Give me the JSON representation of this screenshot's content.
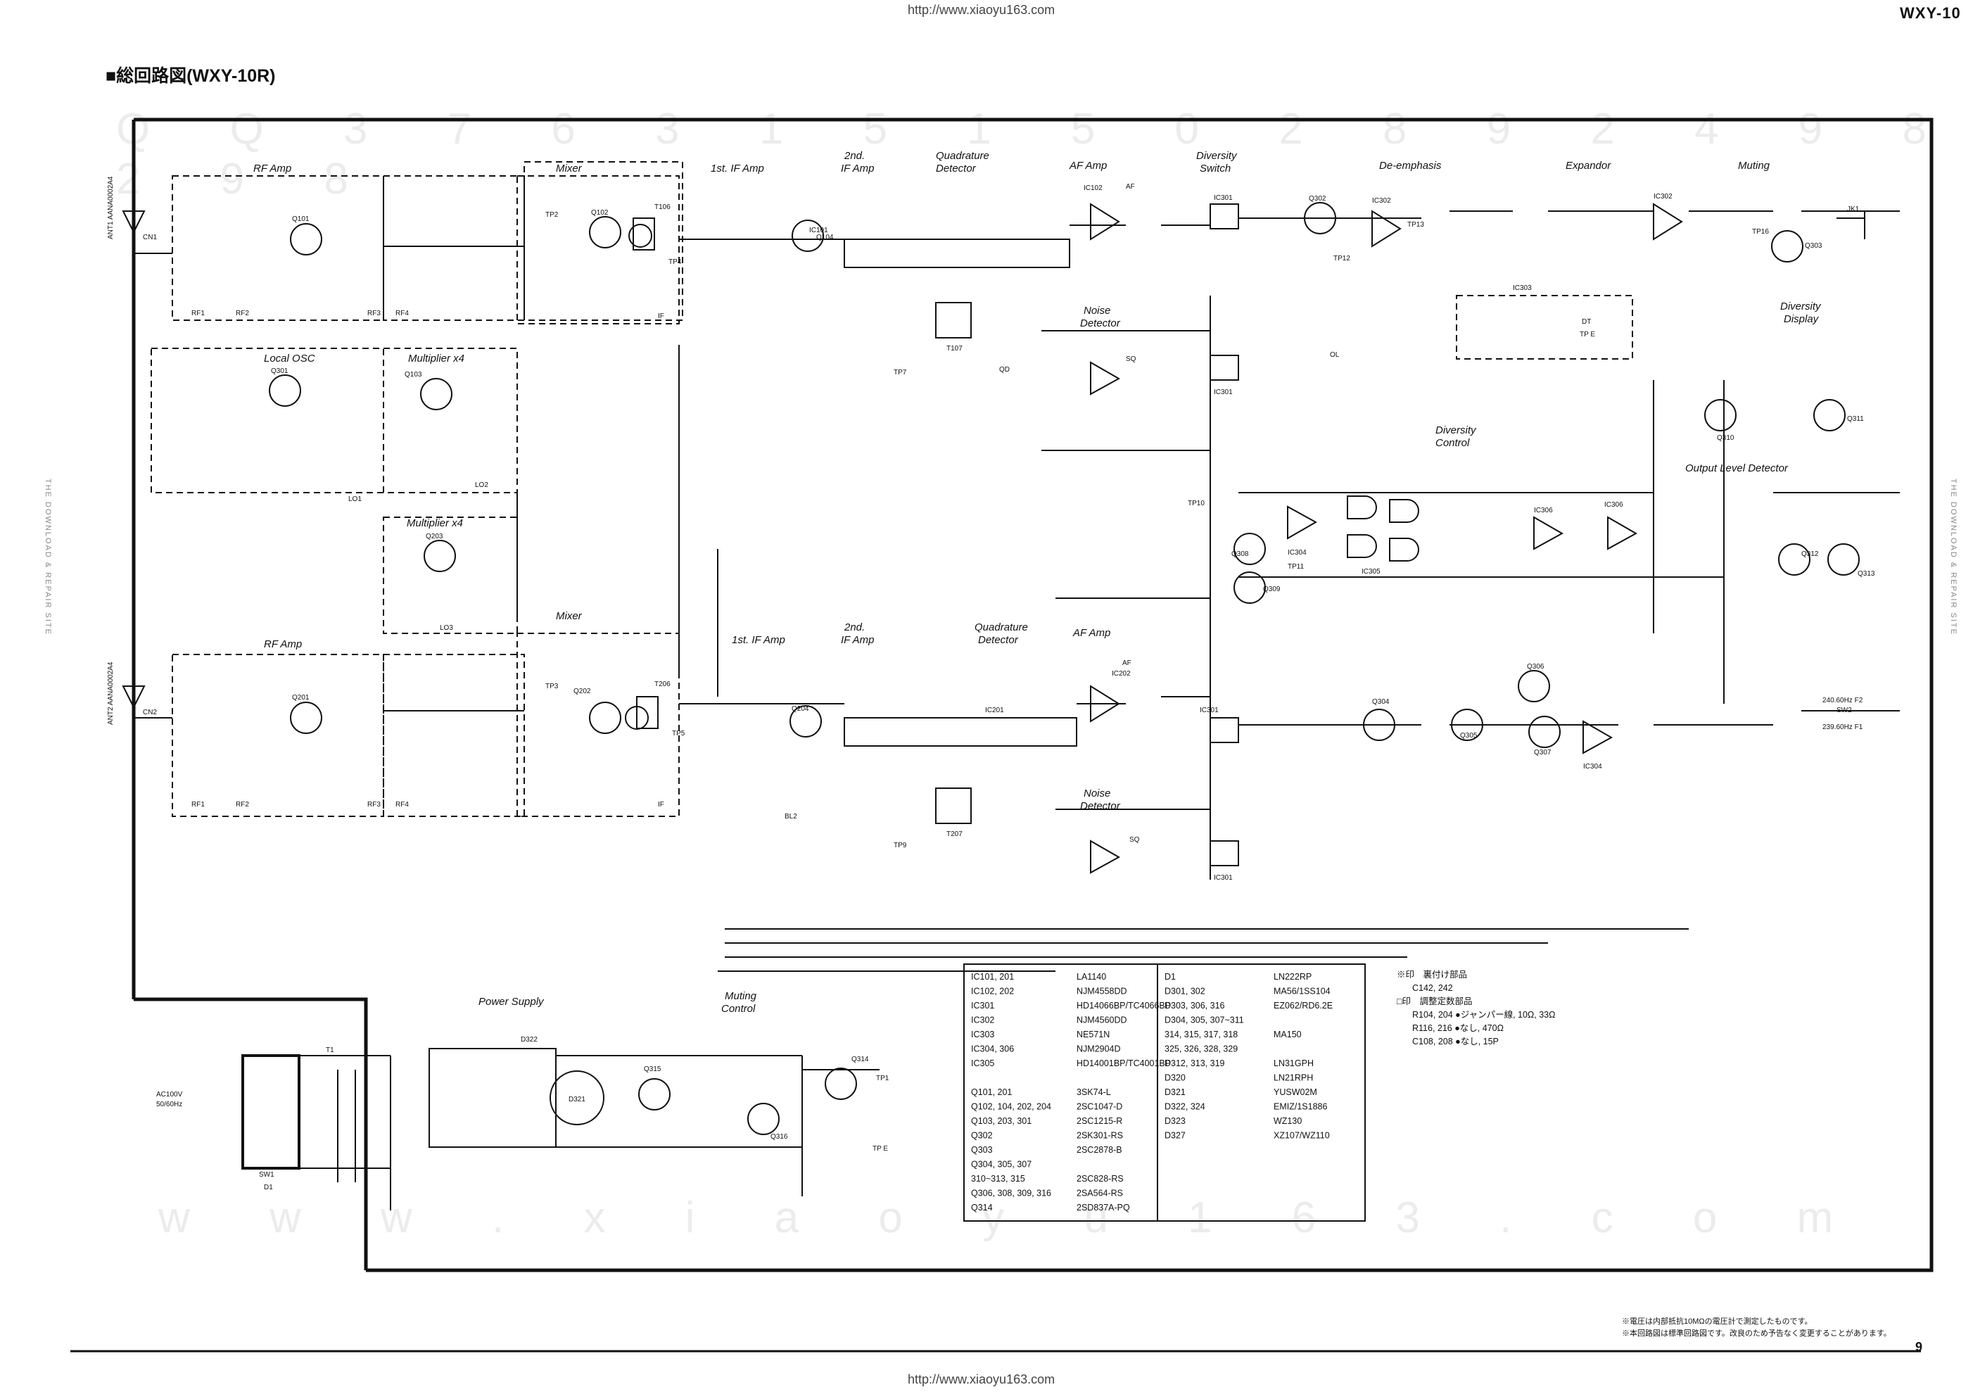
{
  "header": {
    "url_top": "http://www.xiaoyu163.com",
    "model": "WXY-10",
    "title": "■総回路図(WXY-10R)"
  },
  "watermarks": {
    "row": "Q Q 3 7 6 3 1 5 1 5 0   2 8 9 2 4 9 8 2 9 8",
    "bottom": "w w w . x i a o y u 1 6 3 . c o m",
    "left_side": "THE DOWNLOAD & REPAIR SITE",
    "right_side": "THE DOWNLOAD & REPAIR SITE"
  },
  "blocks": [
    {
      "id": "rf_amp_1",
      "text": "RF Amp"
    },
    {
      "id": "mixer_1",
      "text": "Mixer"
    },
    {
      "id": "if1_1",
      "text": "1st. IF Amp"
    },
    {
      "id": "if2_1",
      "text": "2nd."
    },
    {
      "id": "if2_1b",
      "text": "IF Amp"
    },
    {
      "id": "qd_1",
      "text": "Quadrature"
    },
    {
      "id": "qd_1b",
      "text": "Detector"
    },
    {
      "id": "af_1",
      "text": "AF Amp"
    },
    {
      "id": "div_sw",
      "text": "Diversity"
    },
    {
      "id": "div_sw_b",
      "text": "Switch"
    },
    {
      "id": "deemph",
      "text": "De-emphasis"
    },
    {
      "id": "expandor",
      "text": "Expandor"
    },
    {
      "id": "muting",
      "text": "Muting"
    },
    {
      "id": "local_osc",
      "text": "Local  OSC"
    },
    {
      "id": "mult_1",
      "text": "Multiplier x4"
    },
    {
      "id": "noise_1",
      "text": "Noise"
    },
    {
      "id": "noise_1b",
      "text": "Detector"
    },
    {
      "id": "div_disp",
      "text": "Diversity"
    },
    {
      "id": "div_disp_b",
      "text": "Display"
    },
    {
      "id": "div_ctrl",
      "text": "Diversity"
    },
    {
      "id": "div_ctrl_b",
      "text": "Control"
    },
    {
      "id": "out_level",
      "text": "Output Level Detector"
    },
    {
      "id": "mult_2",
      "text": "Multiplier x4"
    },
    {
      "id": "mixer_2",
      "text": "Mixer"
    },
    {
      "id": "rf_amp_2",
      "text": "RF Amp"
    },
    {
      "id": "if1_2",
      "text": "1st. IF Amp"
    },
    {
      "id": "if2_2",
      "text": "2nd."
    },
    {
      "id": "if2_2b",
      "text": "IF Amp"
    },
    {
      "id": "qd_2",
      "text": "Quadrature"
    },
    {
      "id": "qd_2b",
      "text": "Detector"
    },
    {
      "id": "af_2",
      "text": "AF Amp"
    },
    {
      "id": "noise_2",
      "text": "Noise"
    },
    {
      "id": "noise_2b",
      "text": "Detector"
    },
    {
      "id": "power",
      "text": "Power  Supply"
    },
    {
      "id": "mute_ctrl",
      "text": "Muting"
    },
    {
      "id": "mute_ctrl_b",
      "text": "Control"
    }
  ],
  "labels": {
    "ant1": "ANT1  AANA0002A4",
    "ant2": "ANT2  AANA0002A4",
    "cn1": "CN1",
    "cn2": "CN2",
    "jk1": "JK1",
    "sw2": "SW2",
    "f2": "240.60Hz  F2",
    "f1": "239.60Hz  F1",
    "tp1": "TP1",
    "tpe": "TP E",
    "tp2": "TP2",
    "tp3": "TP3",
    "tp4": "TP4",
    "tp5": "TP5",
    "tp7": "TP7",
    "tp9": "TP9",
    "tp10": "TP10",
    "tp11": "TP11",
    "tp12": "TP12",
    "tp13": "TP13",
    "tp16": "TP16",
    "ac": "AC100V",
    "ac_b": "50/60Hz",
    "sw1": "SW1",
    "t1": "T1",
    "d1": "D1",
    "ol": "OL",
    "ic101": "IC101",
    "ic102": "IC102",
    "ic201": "IC201",
    "ic202": "IC202",
    "ic301a": "IC301",
    "ic301b": "IC301",
    "ic301c": "IC301",
    "ic301d": "IC301",
    "ic302a": "IC302",
    "ic302b": "IC302",
    "ic303": "IC303",
    "ic304a": "IC304",
    "ic304b": "IC304",
    "ic305": "IC305",
    "ic306a": "IC306",
    "ic306b": "IC306",
    "q101": "Q101",
    "q102": "Q102",
    "q103": "Q103",
    "q104": "Q104",
    "q201": "Q201",
    "q202": "Q202",
    "q203": "Q203",
    "q204": "Q204",
    "q301": "Q301",
    "q302": "Q302",
    "q303": "Q303",
    "q304": "Q304",
    "q305": "Q305",
    "q306": "Q306",
    "q307": "Q307",
    "q308": "Q308",
    "q309": "Q309",
    "q310": "Q310",
    "q311": "Q311",
    "q312": "Q312",
    "q313": "Q313",
    "q314": "Q314",
    "q315": "Q315",
    "q316": "Q316",
    "t106": "T106",
    "t107": "T107",
    "t206": "T206",
    "t207": "T207",
    "d321": "D321",
    "d322": "D322",
    "rf1a": "RF1",
    "rf2a": "RF2",
    "rf3a": "RF3",
    "rf4a": "RF4",
    "rf1b": "RF1",
    "rf2b": "RF2",
    "rf3b": "RF3",
    "rf4b": "RF4",
    "lo1": "LO1",
    "lo2": "LO2",
    "lo3": "LO3",
    "if_a": "IF",
    "if_b": "IF",
    "qd_a": "QD",
    "bl2": "BL2",
    "af_a": "AF",
    "af_b": "AF",
    "sq_a": "SQ",
    "sq_b": "SQ",
    "dt": "DT"
  },
  "parts_table": {
    "left": [
      [
        "IC101, 201",
        "LA1140"
      ],
      [
        "IC102, 202",
        "NJM4558DD"
      ],
      [
        "IC301",
        "HD14066BP/TC4066BP"
      ],
      [
        "IC302",
        "NJM4560DD"
      ],
      [
        "IC303",
        "NE571N"
      ],
      [
        "IC304, 306",
        "NJM2904D"
      ],
      [
        "IC305",
        "HD14001BP/TC4001BP"
      ],
      [
        "",
        ""
      ],
      [
        "Q101, 201",
        "3SK74-L"
      ],
      [
        "Q102, 104, 202, 204",
        "2SC1047-D"
      ],
      [
        "Q103, 203, 301",
        "2SC1215-R"
      ],
      [
        "Q302",
        "2SK301-RS"
      ],
      [
        "Q303",
        "2SC2878-B"
      ],
      [
        "Q304, 305, 307",
        ""
      ],
      [
        "  310~313, 315",
        "2SC828-RS"
      ],
      [
        "Q306, 308, 309, 316",
        "2SA564-RS"
      ],
      [
        "Q314",
        "2SD837A-PQ"
      ]
    ],
    "right": [
      [
        "D1",
        "LN222RP"
      ],
      [
        "D301, 302",
        "MA56/1SS104"
      ],
      [
        "D303, 306, 316",
        "EZ062/RD6.2E"
      ],
      [
        "D304, 305, 307~311",
        ""
      ],
      [
        "  314, 315, 317, 318",
        "MA150"
      ],
      [
        "  325, 326, 328, 329",
        ""
      ],
      [
        "D312, 313, 319",
        "LN31GPH"
      ],
      [
        "D320",
        "LN21RPH"
      ],
      [
        "D321",
        "YUSW02M"
      ],
      [
        "D322, 324",
        "EMIZ/1S1886"
      ],
      [
        "D323",
        "WZ130"
      ],
      [
        "D327",
        "XZ107/WZ110"
      ]
    ]
  },
  "notes": [
    "※印　裏付け部品",
    "C142, 242",
    "□印　調整定数部品",
    "R104, 204 ●ジャンパー線, 10Ω, 33Ω",
    "R116, 216 ●なし, 470Ω",
    "C108, 208 ●なし, 15P"
  ],
  "footnotes": [
    "※電圧は内部抵抗10MΩの電圧計で測定したものです。",
    "※本回路図は標準回路図です。改良のため予告なく変更することがあります。"
  ],
  "page_number": "9",
  "url_bottom": "http://www.xiaoyu163.com"
}
